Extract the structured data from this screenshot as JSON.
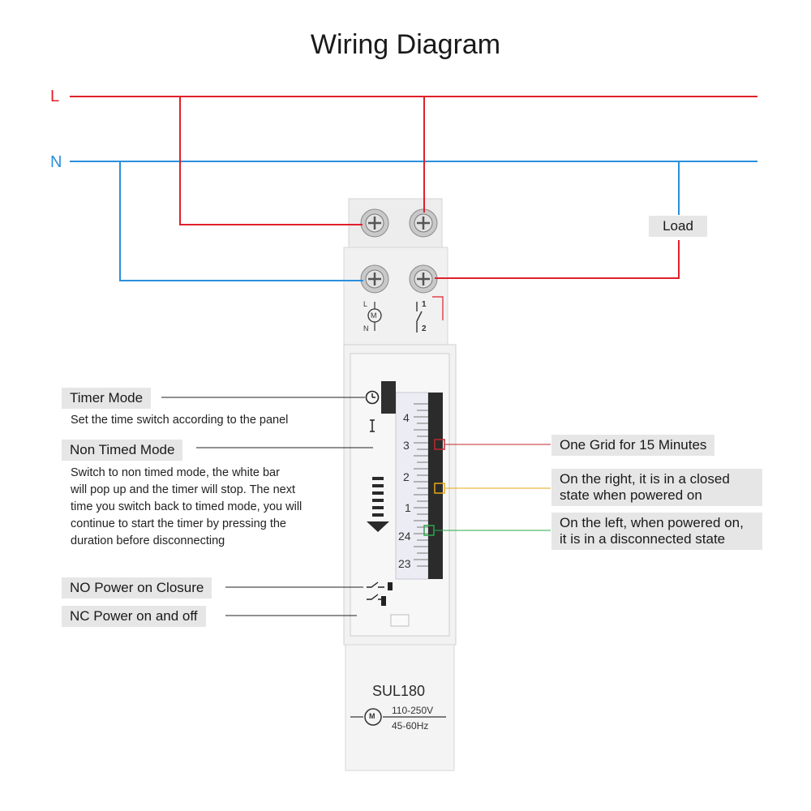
{
  "title": "Wiring Diagram",
  "lines": {
    "live": {
      "label": "L",
      "color": "#e0202c"
    },
    "neutral": {
      "label": "N",
      "color": "#2a8fdb"
    }
  },
  "load": {
    "label": "Load"
  },
  "device": {
    "model": "SUL180",
    "voltage": "110-250V",
    "frequency": "45-60Hz",
    "motor_symbol": "M",
    "terminal_left_top": "L",
    "terminal_left_bottom": "N",
    "terminal_right_top": "1",
    "terminal_right_bottom": "2",
    "dial_ticks": [
      "4",
      "3",
      "2",
      "1",
      "24",
      "23"
    ]
  },
  "annotations": {
    "timer_mode": {
      "title": "Timer Mode",
      "desc": "Set the time switch according to the panel"
    },
    "non_timed_mode": {
      "title": "Non Timed Mode",
      "desc": [
        "Switch to non timed mode, the white bar",
        "will pop up and the timer will stop. The next",
        "time you switch back to timed mode, you will",
        "continue to start the timer by pressing the",
        "duration before disconnecting"
      ]
    },
    "no_power": {
      "title": "NO Power on Closure"
    },
    "nc_power": {
      "title": "NC Power on and off"
    },
    "grid": {
      "title": "One Grid for 15 Minutes",
      "color": "#c0272d"
    },
    "right_closed": {
      "lines": [
        "On the right, it is in a closed",
        "state when powered on"
      ],
      "color": "#e6a817"
    },
    "left_disconnected": {
      "lines": [
        "On the left, when powered on,",
        "it is in a disconnected state"
      ],
      "color": "#2ba84a"
    }
  }
}
